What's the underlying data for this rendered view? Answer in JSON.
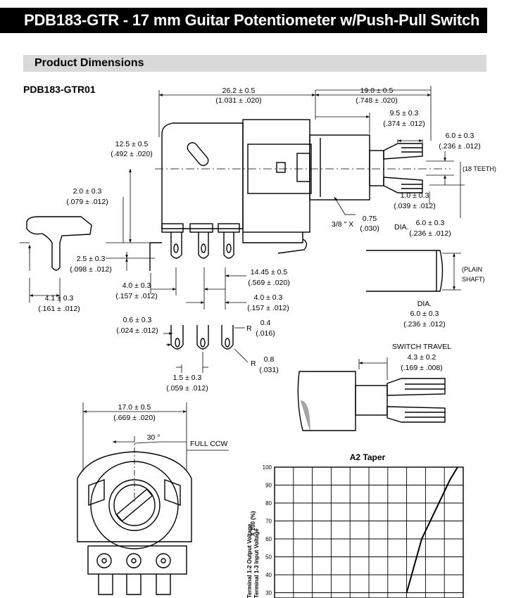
{
  "header": {
    "title": "PDB183-GTR - 17 mm Guitar Potentiometer w/Push-Pull Switch",
    "section": "Product Dimensions",
    "model": "PDB183-GTR01"
  },
  "dimensions": {
    "body_length": "26.2 ± 0.5",
    "body_length_in": "(1.031 ± .020)",
    "shaft_length": "19.0 ± 0.5",
    "shaft_length_in": "(.748 ± .020)",
    "bushing_length": "9.5 ± 0.3",
    "bushing_length_in": "(.374 ± .012)",
    "knurl_length": "6.0 ± 0.3",
    "knurl_length_in": "(.236 ± .012)",
    "teeth": "(18 TEETH)",
    "height": "12.5 ± 0.5",
    "height_in": "(.492 ± .020)",
    "lug_width": "2.0 ± 0.3",
    "lug_width_in": "(.079 ± .012)",
    "tab_height": "2.5 ± 0.3",
    "tab_height_in": "(.098 ± .012)",
    "tab_width": "4.1 ± 0.3",
    "tab_width_in": "(.161 ± .012)",
    "slot_depth": "1.0 ± 0.3",
    "slot_depth_in": "(.039 ± .012)",
    "thread_prefix": "3/8 \" X",
    "thread": "0.75",
    "thread_in": "(.030)",
    "dia_prefix": "DIA.",
    "shaft_dia": "6.0 ± 0.3",
    "shaft_dia_in": "(.236 ± .012)",
    "pin_offset": "14.45 ± 0.5",
    "pin_offset_in": "(.569 ± .020)",
    "pin_pitch_a": "4.0 ± 0.3",
    "pin_pitch_a_in": "(.157 ± .012)",
    "pin_pitch_b": "4.0 ± 0.3",
    "pin_pitch_b_in": "(.157 ± .012)",
    "plain_shaft": "(PLAIN",
    "plain_shaft_2": "SHAFT)",
    "plain_dia_label": "DIA.",
    "plain_dia": "6.0 ± 0.3",
    "plain_dia_in": "(.236 ± .012)",
    "pin_thickness": "0.6 ± 0.3",
    "pin_thickness_in": "(.024 ± .012)",
    "r_label": "R",
    "radius_a": "0.4",
    "radius_a_in": "(.016)",
    "radius_b": "0.8",
    "radius_b_in": "(.031)",
    "pin_width": "1.5 ± 0.3",
    "pin_width_in": "(.059 ± .012)",
    "switch_travel_label": "SWITCH TRAVEL",
    "switch_travel": "4.3 ± 0.2",
    "switch_travel_in": "(.169 ± .008)",
    "width": "17.0 ± 0.5",
    "width_in": "(.669 ± .020)",
    "angle": "30 °",
    "full_ccw": "FULL CCW"
  },
  "chart_data": {
    "type": "line",
    "title": "A2 Taper",
    "ylabel_line1": "Terminal 1-2 Output Voltage",
    "ylabel_line2": "Terminal 1-3 Input Voltage",
    "ylabel_unit": "X 100 (%)",
    "y_ticks": [
      "100",
      "90",
      "80",
      "70",
      "60",
      "50",
      "40",
      "30"
    ],
    "ylim": [
      30,
      100
    ],
    "xlim": [
      0,
      100
    ],
    "grid": true,
    "series": [
      {
        "x": [
          70,
          78,
          93,
          97
        ],
        "y": [
          30,
          60,
          93,
          100
        ]
      }
    ]
  }
}
